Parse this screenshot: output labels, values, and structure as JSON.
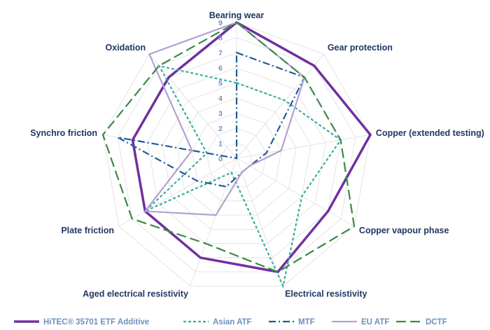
{
  "chart_data": {
    "type": "radar",
    "axes": [
      "Bearing wear",
      "Gear protection",
      "Copper (extended testing)",
      "Copper vapour phase",
      "Electrical resistivity",
      "Aged electrical resistivity",
      "Plate friction",
      "Synchro friction",
      "Oxidation"
    ],
    "rlim": [
      0,
      9
    ],
    "ticks": [
      "0",
      "1",
      "2",
      "3",
      "4",
      "5",
      "6",
      "7",
      "8",
      "9"
    ],
    "grid": true,
    "legend_position": "bottom",
    "series": [
      {
        "name": "HiTEC® 35701 ETF Additive",
        "color": "#7030a0",
        "dash": "solid",
        "values": [
          9,
          8,
          9,
          7,
          8,
          7,
          7,
          7,
          7
        ]
      },
      {
        "name": "Asian ATF",
        "color": "#3aada0",
        "dash": "dashed",
        "values": [
          5,
          5,
          7,
          5,
          9,
          1,
          7,
          2,
          8
        ]
      },
      {
        "name": "MTF",
        "color": "#1f5c99",
        "dash": "dashdot",
        "values": [
          7,
          7,
          2,
          1,
          1,
          2,
          3,
          8,
          0
        ]
      },
      {
        "name": "EU ATF",
        "color": "#b4a0d2",
        "dash": "solid",
        "values": [
          9,
          7,
          3,
          1,
          1,
          4,
          7,
          3,
          9
        ]
      },
      {
        "name": "DCTF",
        "color": "#3a8a45",
        "dash": "longdash",
        "values": [
          9,
          7,
          7,
          9,
          8,
          6,
          8,
          9,
          8
        ]
      }
    ]
  }
}
